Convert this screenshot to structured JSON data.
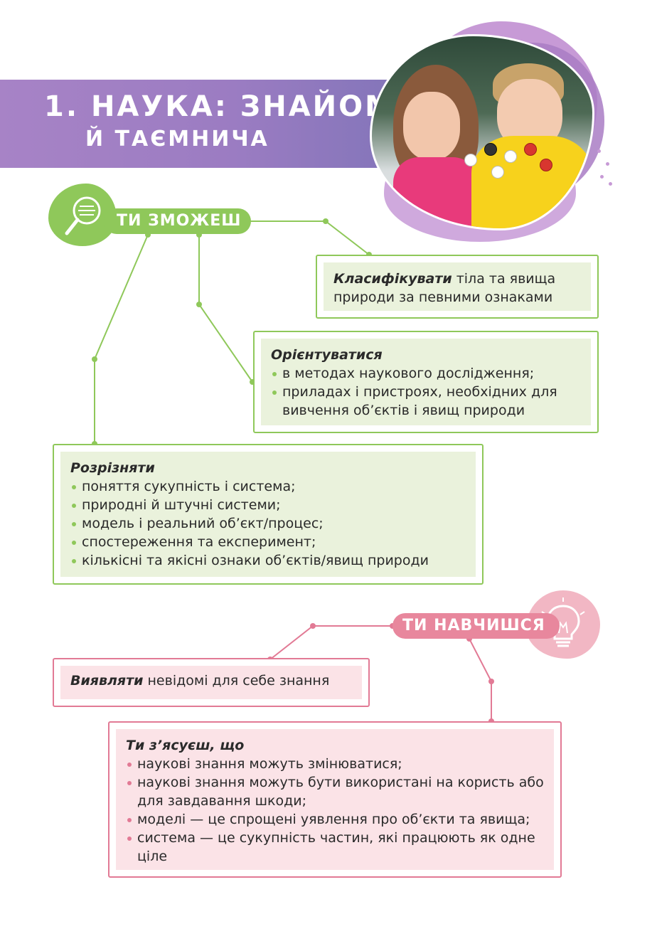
{
  "header": {
    "title_line1": "1. Наука: знайома",
    "title_line2": "й таємнича"
  },
  "colors": {
    "banner": "#9b7cc2",
    "green_accent": "#8fc85a",
    "green_fill": "#eaf2dc",
    "pink_accent": "#e27a95",
    "pink_fill": "#fbe3e7"
  },
  "section_can": {
    "badge": "ти зможеш",
    "icon": "magnifier-icon",
    "boxes": [
      {
        "lead": "Класифікувати",
        "rest": " тіла та явища природи за певними ознаками"
      },
      {
        "lead": "Орієнтуватися",
        "items": [
          "в методах наукового дослідження;",
          "приладах і пристроях, необхідних для вивчення об’єктів і явищ природи"
        ]
      },
      {
        "lead": "Розрізняти",
        "items": [
          "поняття сукупність і система;",
          "природні й штучні системи;",
          "модель і реальний об’єкт/процес;",
          "спостереження та експеримент;",
          "кількісні та якісні ознаки об’єктів/явищ природи"
        ]
      }
    ]
  },
  "section_learn": {
    "badge": "ти навчишся",
    "icon": "lightbulb-icon",
    "boxes": [
      {
        "lead": "Виявляти",
        "rest": " невідомі для себе знання"
      },
      {
        "lead": "Ти з’ясуєш, що",
        "items": [
          "наукові знання можуть змінюватися;",
          "наукові знання можуть бути використані на користь або для завдавання шкоди;",
          "моделі — це спрощені уявлення про об’єкти та явища;",
          "система — це сукупність частин, які працюють як одне ціле"
        ]
      }
    ]
  }
}
